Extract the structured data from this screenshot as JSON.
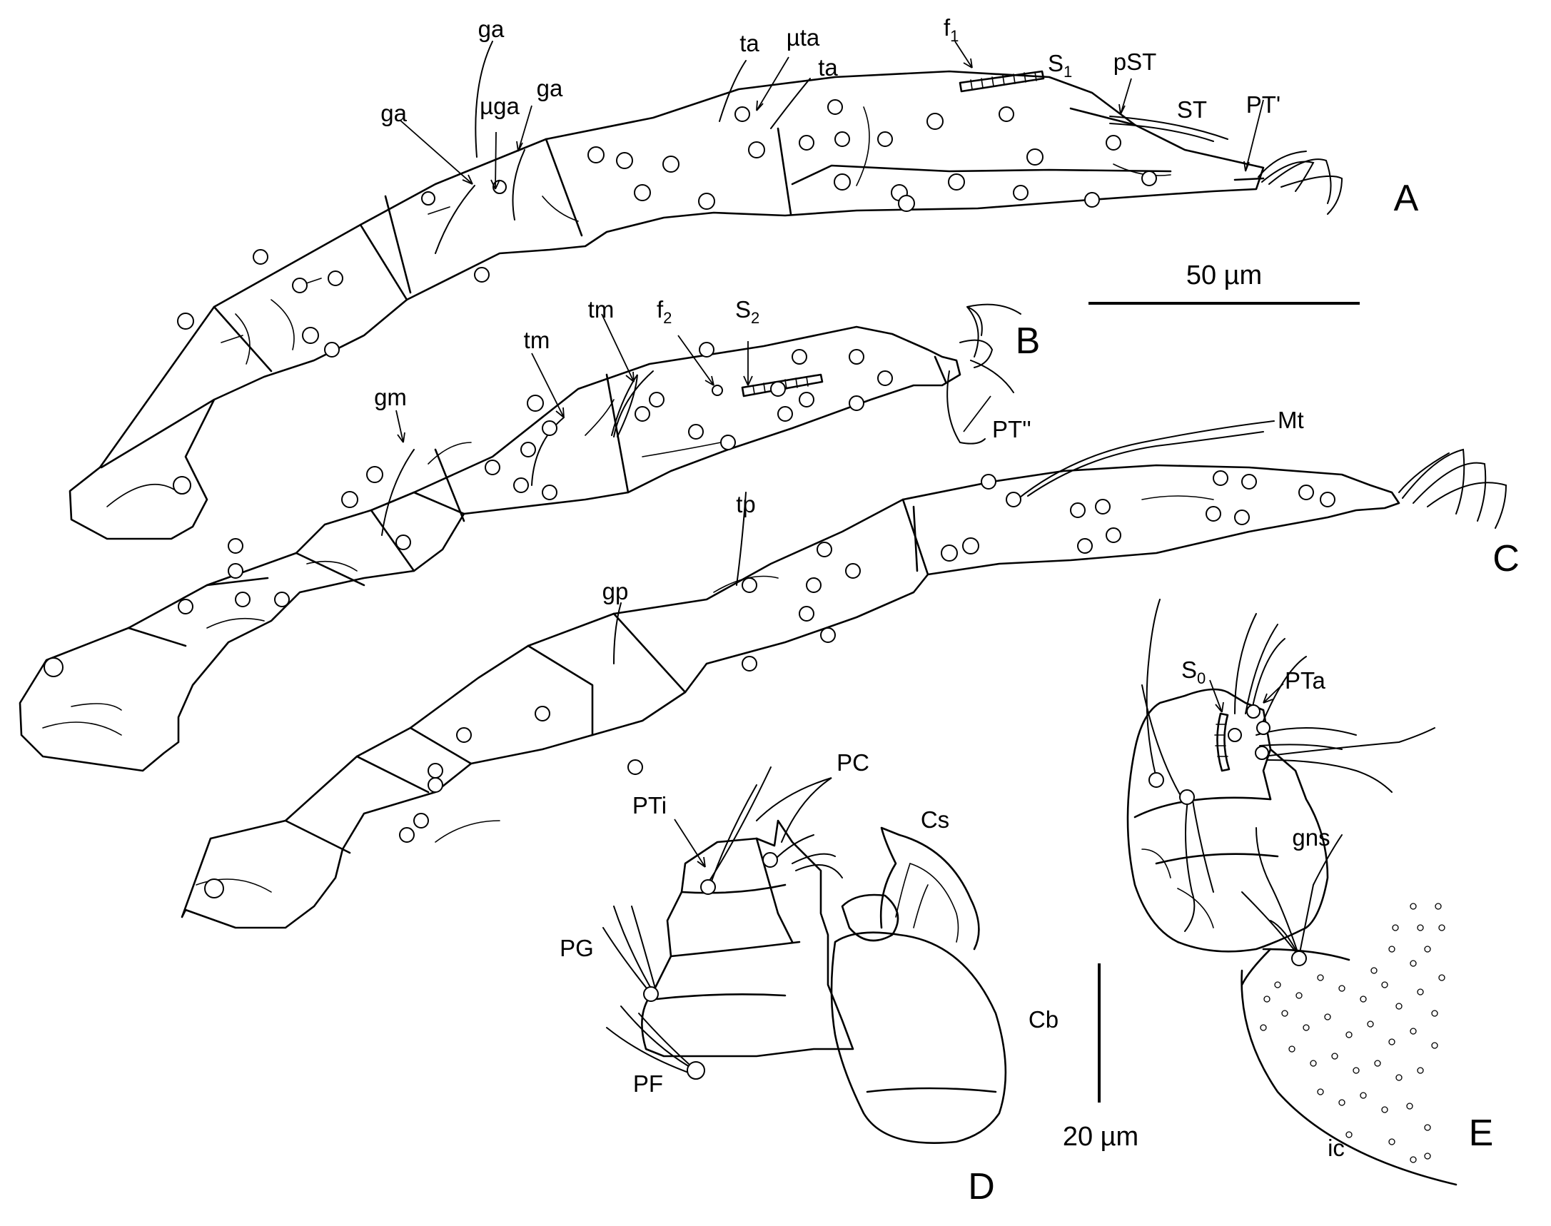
{
  "figure": {
    "panels": [
      {
        "id": "A",
        "label": "A",
        "labels": [
          "ga",
          "ga",
          "µga",
          "ga",
          "ta",
          "µta",
          "ta",
          "f",
          "S",
          "pST",
          "ST",
          "PT'"
        ]
      },
      {
        "id": "B",
        "label": "B",
        "labels": [
          "tm",
          "tm",
          "f",
          "S",
          "gm",
          "PT''"
        ]
      },
      {
        "id": "C",
        "label": "C",
        "labels": [
          "Mt",
          "tp",
          "gp"
        ]
      },
      {
        "id": "D",
        "label": "D",
        "labels": [
          "PC",
          "Cs",
          "PTi",
          "PG",
          "Cb",
          "PF"
        ]
      },
      {
        "id": "E",
        "label": "E",
        "labels": [
          "S",
          "PTa",
          "gns",
          "ic"
        ]
      }
    ],
    "subscripts": [
      "1",
      "1",
      "2",
      "2",
      "0"
    ],
    "scale_bars": [
      {
        "label": "50 µm",
        "applies_to": [
          "A",
          "B",
          "C"
        ]
      },
      {
        "label": "20 µm",
        "applies_to": [
          "D",
          "E"
        ]
      }
    ]
  }
}
